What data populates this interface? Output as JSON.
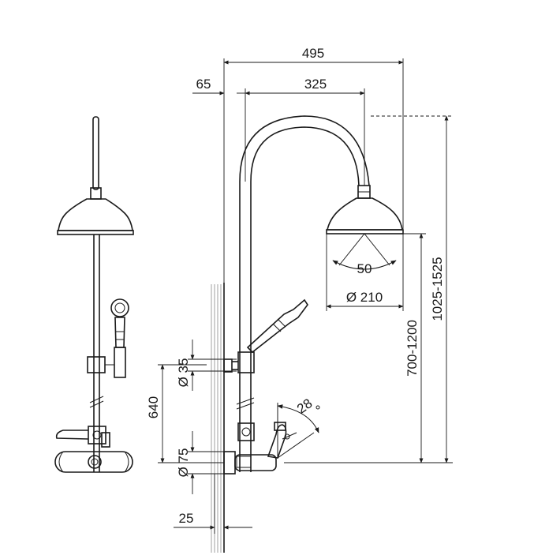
{
  "dimensions": {
    "width_total": "495",
    "arm_reach": "325",
    "wall_offset": "65",
    "angle_head": "50",
    "head_diameter": "Ø 210",
    "height_head": "700-1200",
    "height_total": "1025-1525",
    "angle_lever": "28",
    "pipe_diameter": "Ø 35",
    "bar_height": "640",
    "rosette_diameter": "Ø 75",
    "wall_depth": "25"
  }
}
